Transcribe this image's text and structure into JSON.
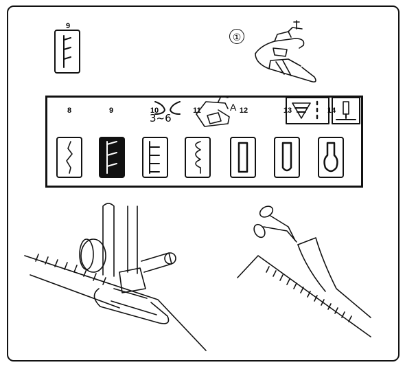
{
  "selected_pattern": {
    "number": "9"
  },
  "foot_label": "①",
  "panel": {
    "thread_tension": "3~6",
    "foot_letter": "A",
    "patterns": [
      {
        "number": "8"
      },
      {
        "number": "9",
        "selected": true
      },
      {
        "number": "10"
      },
      {
        "number": "11"
      },
      {
        "number": "12"
      },
      {
        "number": "13"
      },
      {
        "number": "14"
      }
    ]
  },
  "icons": {
    "thread-tension": "thread-tension-icon",
    "presser-foot": "presser-foot-icon",
    "stitch-length": "stitch-length-icon",
    "buttonhole-lever": "buttonhole-lever-icon",
    "scissors": "scissors-icon"
  }
}
